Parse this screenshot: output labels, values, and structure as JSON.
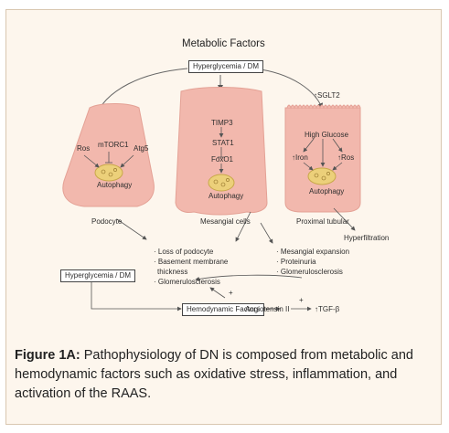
{
  "diagram": {
    "title": "Metabolic Factors",
    "top_box": "Hyperglycemia / DM",
    "podocyte": {
      "ros": "Ros",
      "mtorc1": "mTORC1",
      "atg5": "Atg5",
      "autophagy": "Autophagy",
      "label": "Podocyte"
    },
    "mesangial": {
      "timp3": "TIMP3",
      "stat1": "STAT1",
      "foxo1": "FoxO1",
      "autophagy": "Autophagy",
      "label": "Mesangial cells"
    },
    "tubular": {
      "sglt2": "↑SGLT2",
      "high_glucose": "High Glucose",
      "iron": "↑Iron",
      "ros": "↑Ros",
      "autophagy": "Autophagy",
      "label": "Proximal tubular",
      "hyperfiltration": "Hyperfiltration"
    },
    "podocyte_outcomes": [
      "· Loss of podocyte",
      "· Basement membrane",
      "  thickness",
      "· Glomerulosclerosis"
    ],
    "mesangial_outcomes": [
      "· Mesangial expansion",
      "· Proteinuria",
      "· Glomerulosclerosis"
    ],
    "left_box": "Hyperglycemia / DM",
    "hemo_box": "Hemodynamic Factors",
    "angiotensin": "Angiotensin II",
    "tgf": "↑TGF-β",
    "plus1": "+",
    "plus2": "+"
  },
  "caption": {
    "label": "Figure 1A:",
    "text": " Pathophysiology of DN is composed from metabolic and hemodynamic factors such as oxidative stress, inflammation, and activation of the RAAS."
  },
  "colors": {
    "panel_bg": "#fdf6ed",
    "cell_fill": "#f2b8ad",
    "autophagy_fill": "#ecd07a"
  }
}
